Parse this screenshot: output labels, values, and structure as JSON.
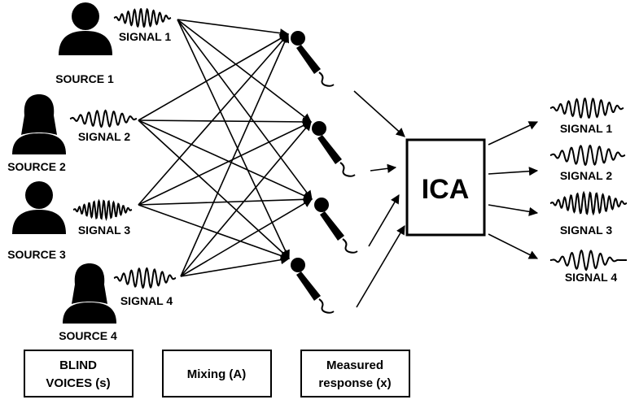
{
  "sources": [
    {
      "label": "SOURCE 1",
      "signal_label": "SIGNAL 1",
      "figure": "male-person-icon"
    },
    {
      "label": "SOURCE 2",
      "signal_label": "SIGNAL 2",
      "figure": "female-person-icon"
    },
    {
      "label": "SOURCE 3",
      "signal_label": "SIGNAL 3",
      "figure": "male-person-icon"
    },
    {
      "label": "SOURCE 4",
      "signal_label": "SIGNAL 4",
      "figure": "female-person-icon"
    }
  ],
  "microphones": [
    "microphone-icon",
    "microphone-icon",
    "microphone-icon",
    "microphone-icon"
  ],
  "ica_label": "ICA",
  "outputs": [
    "SIGNAL 1",
    "SIGNAL 2",
    "SIGNAL 3",
    "SIGNAL 4"
  ],
  "bottom_boxes": [
    {
      "line1": "BLIND",
      "line2": "VOICES (s)"
    },
    {
      "line1": "Mixing (A)",
      "line2": ""
    },
    {
      "line1": "Measured",
      "line2": "response (x)"
    }
  ]
}
